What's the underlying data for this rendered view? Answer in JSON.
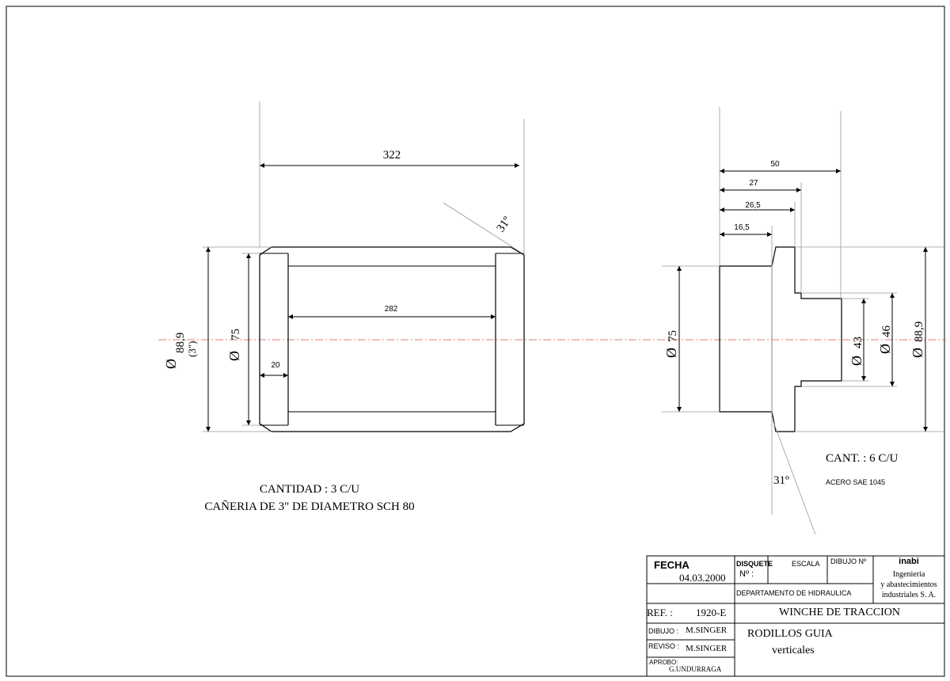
{
  "left_part": {
    "dim_length": "322",
    "dim_inner": "282",
    "dim_wall": "20",
    "chamfer_angle": "31º",
    "dia_outer_symbol": "Ø",
    "dia_outer": "88,9",
    "dia_outer_inch": "(3\")",
    "dia_inner_symbol": "Ø",
    "dia_inner": "75",
    "qty_line": "CANTIDAD  : 3 C/U",
    "material_line": "CAÑERIA DE  3\" DE DIAMETRO SCH 80"
  },
  "right_part": {
    "dim_50": "50",
    "dim_27": "27",
    "dim_26_5": "26,5",
    "dim_16_5": "16,5",
    "dia_75_symbol": "Ø",
    "dia_75": "75",
    "dia_43_symbol": "Ø",
    "dia_43": "43",
    "dia_46_symbol": "Ø",
    "dia_46": "46",
    "dia_88_symbol": "Ø",
    "dia_88": "88,9",
    "chamfer_angle": "31º",
    "qty_line": "CANT.  : 6 C/U",
    "material_line": "ACERO SAE 1045"
  },
  "title_block": {
    "fecha_label": "FECHA",
    "fecha_value": "04.03.2000",
    "disquete_label": "DISQUETE",
    "disquete_no": "Nº :",
    "escala_label": "ESCALA",
    "dibujo_no_label": "DIBUJO Nº",
    "company_name": "inabi",
    "company_line1": "Ingenieria",
    "company_line2": "y abastecimientos",
    "company_line3": "industriales  S. A.",
    "department": "DEPARTAMENTO DE HIDRAULICA",
    "ref_label": "REF. :",
    "ref_value": "1920-E",
    "project_title": "WINCHE  DE  TRACCION",
    "dibujo_label": "DIBUJO :",
    "dibujo_value": "M.SINGER",
    "reviso_label": "REVISO :",
    "reviso_value": "M.SINGER",
    "aprobo_label": "APROBO:",
    "aprobo_value": "G.UNDURRAGA",
    "part_title": "RODILLOS  GUIA",
    "part_subtitle": "verticales"
  }
}
